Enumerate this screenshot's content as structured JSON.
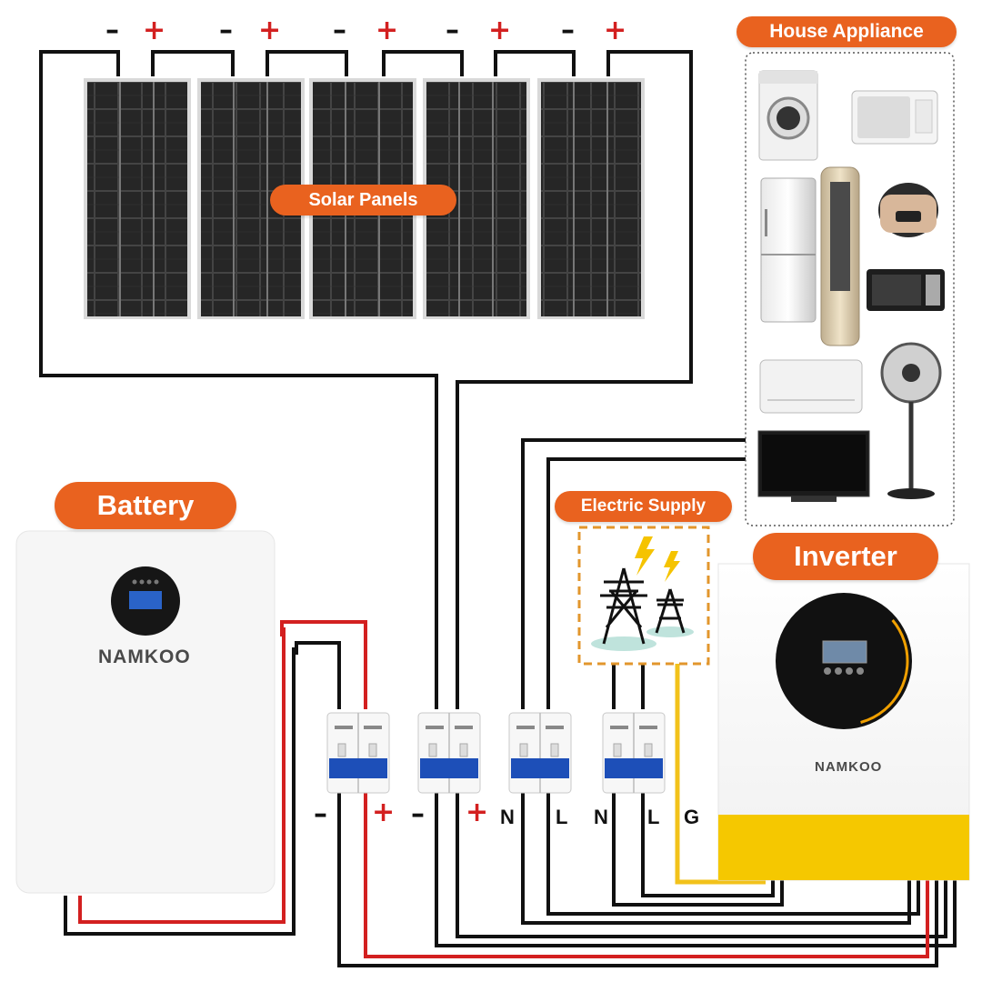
{
  "labels": {
    "solar_panels": "Solar Panels",
    "house_appliance": "House Appliance",
    "battery": "Battery",
    "electric_supply": "Electric Supply",
    "inverter": "Inverter"
  },
  "battery": {
    "brand": "NAMKOO"
  },
  "inverter": {
    "brand": "NAMKOO"
  },
  "panel_polarity": {
    "minus": "–",
    "plus": "+"
  },
  "terminals": {
    "battery_minus": "–",
    "battery_plus": "+",
    "pv_minus": "–",
    "pv_plus": "+",
    "n1": "N",
    "l1": "L",
    "n2": "N",
    "l2": "L",
    "g": "G"
  },
  "appliances": [
    "washing-machine",
    "microwave",
    "refrigerator",
    "tower-air-conditioner",
    "rice-cooker",
    "oven",
    "wall-air-conditioner",
    "standing-fan",
    "television"
  ],
  "colors": {
    "accent": "#e9621f",
    "wire_black": "#111111",
    "wire_red": "#d32020",
    "wire_yellow": "#f2c21b",
    "inverter_base": "#f5c800",
    "breaker_blue": "#1d4fb8"
  }
}
